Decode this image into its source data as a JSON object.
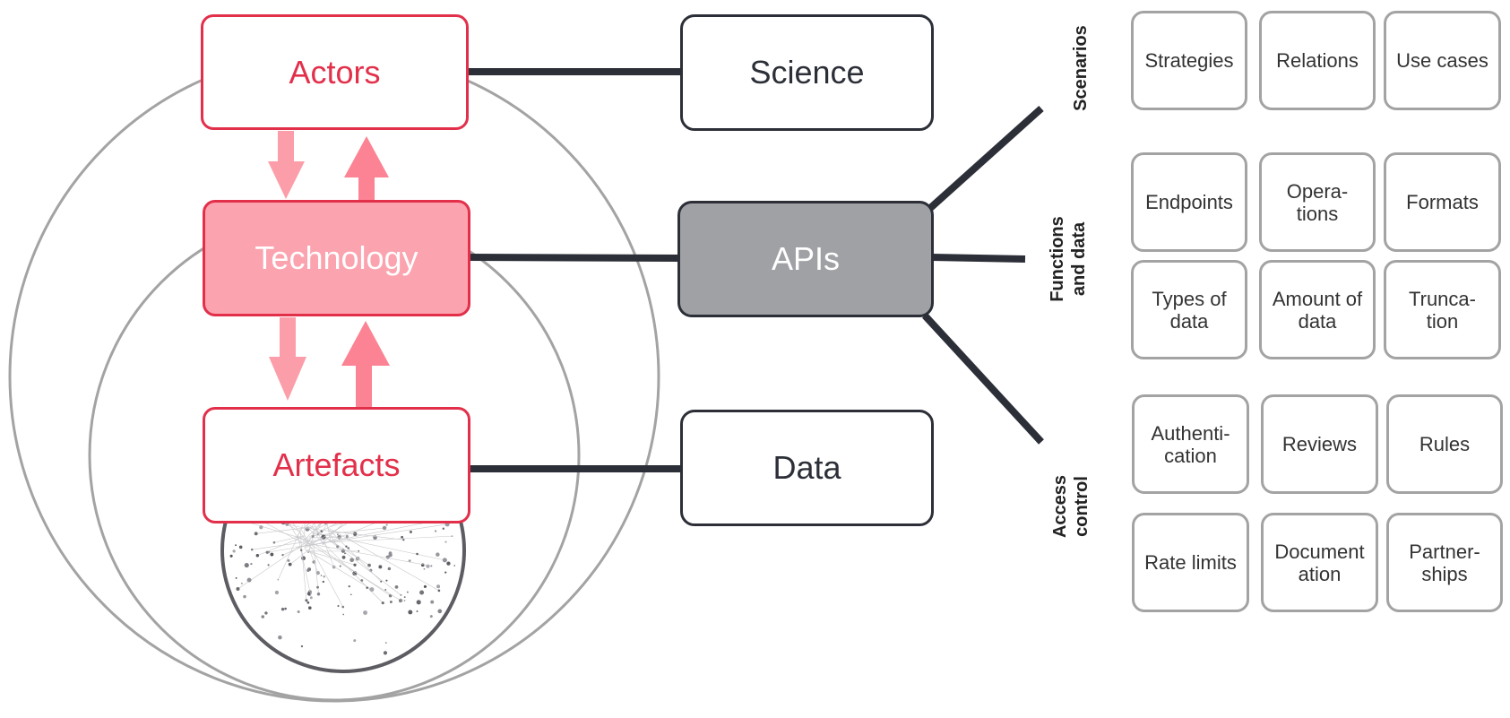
{
  "layers": {
    "actors": "Actors",
    "technology": "Technology",
    "artefacts": "Artefacts"
  },
  "domains": {
    "science": "Science",
    "apis": "APIs",
    "data": "Data"
  },
  "groups": {
    "scenarios": {
      "label": "Scenarios",
      "items": [
        "Strategies",
        "Relations",
        "Use cases"
      ]
    },
    "functions": {
      "label": "Functions\nand data",
      "items": [
        "Endpoints",
        "Opera-\ntions",
        "Formats",
        "Types of\ndata",
        "Amount of\ndata",
        "Trunca-\ntion"
      ]
    },
    "access": {
      "label": "Access\ncontrol",
      "items": [
        "Authenti-\ncation",
        "Reviews",
        "Rules",
        "Rate limits",
        "Document\nation",
        "Partner-\nships"
      ]
    }
  },
  "colors": {
    "accent": "#e2304b",
    "accent_fill": "#fba3ae",
    "arrow": "#fc8d9b",
    "dark": "#2c2f37",
    "grey_fill": "#a0a1a5",
    "circle": "#a3a3a3"
  }
}
